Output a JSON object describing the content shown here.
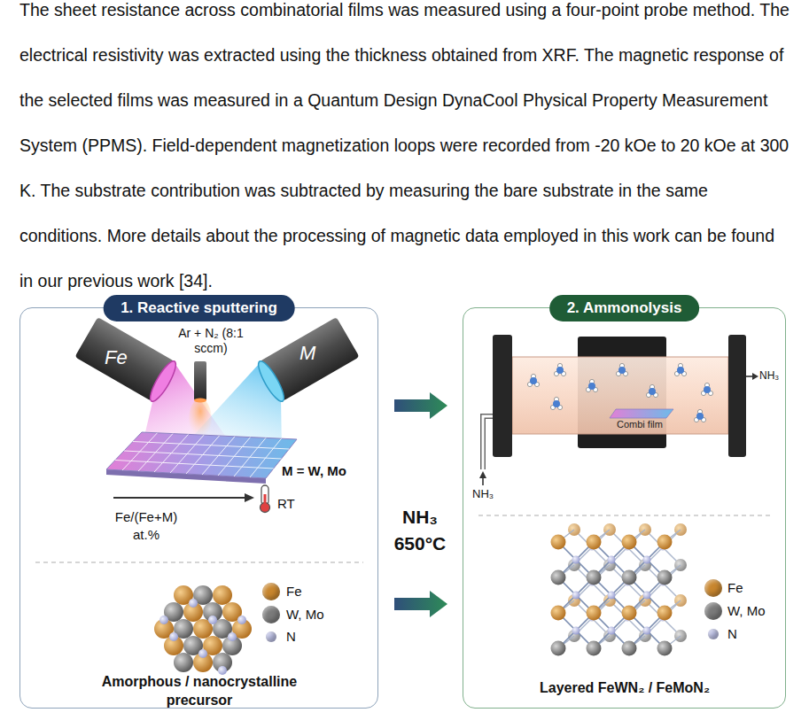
{
  "diagram": {
    "nodes": [
      {
        "text": [
          "1. Reactive sputtering"
        ]
      },
      {
        "text": [
          "2. Ammonolysis"
        ]
      }
    ],
    "edges": [
      {
        "from": 0,
        "to": 1,
        "arrow": "to"
      },
      {
        "from": 0,
        "to": 1,
        "arrow": "to"
      }
    ],
    "labels": [
      "The sheet resistance across combinatorial films was measured using a four-point probe method. The electrical resistivity was extracted using the thickness obtained from XRF. The magnetic response of the selected films was measured in a Quantum Design DynaCool Physical Property Measurement System (PPMS). Field-dependent magnetization loops were recorded from -20 kOe to 20 kOe at 300 K. The substrate contribution was subtracted by measuring the bare substrate in the same conditions. More details about the processing of magnetic data employed in this work can be found in our previous work [34].",
      "Fe",
      "M",
      "Ar + N₂ (8:1 sccm)",
      "M = W, Mo",
      "Fe/(Fe+M) at.%",
      "RT",
      "Amorphous / nanocrystalline precursor",
      "NH₃ 650°C",
      "Combi film",
      "NH₃",
      "NH₃",
      "Layered FeWN₂ / FeMoN₂"
    ],
    "legend": [
      {
        "text": "Fe",
        "color": "#c8862e"
      },
      {
        "text": "W, Mo",
        "color": "#7a7a7a"
      },
      {
        "text": "N",
        "color": "#b9bde3"
      },
      {
        "text": "Fe",
        "color": "#c8862e"
      },
      {
        "text": "W, Mo",
        "color": "#7a7a7a"
      },
      {
        "text": "N",
        "color": "#b9bde3"
      }
    ]
  }
}
